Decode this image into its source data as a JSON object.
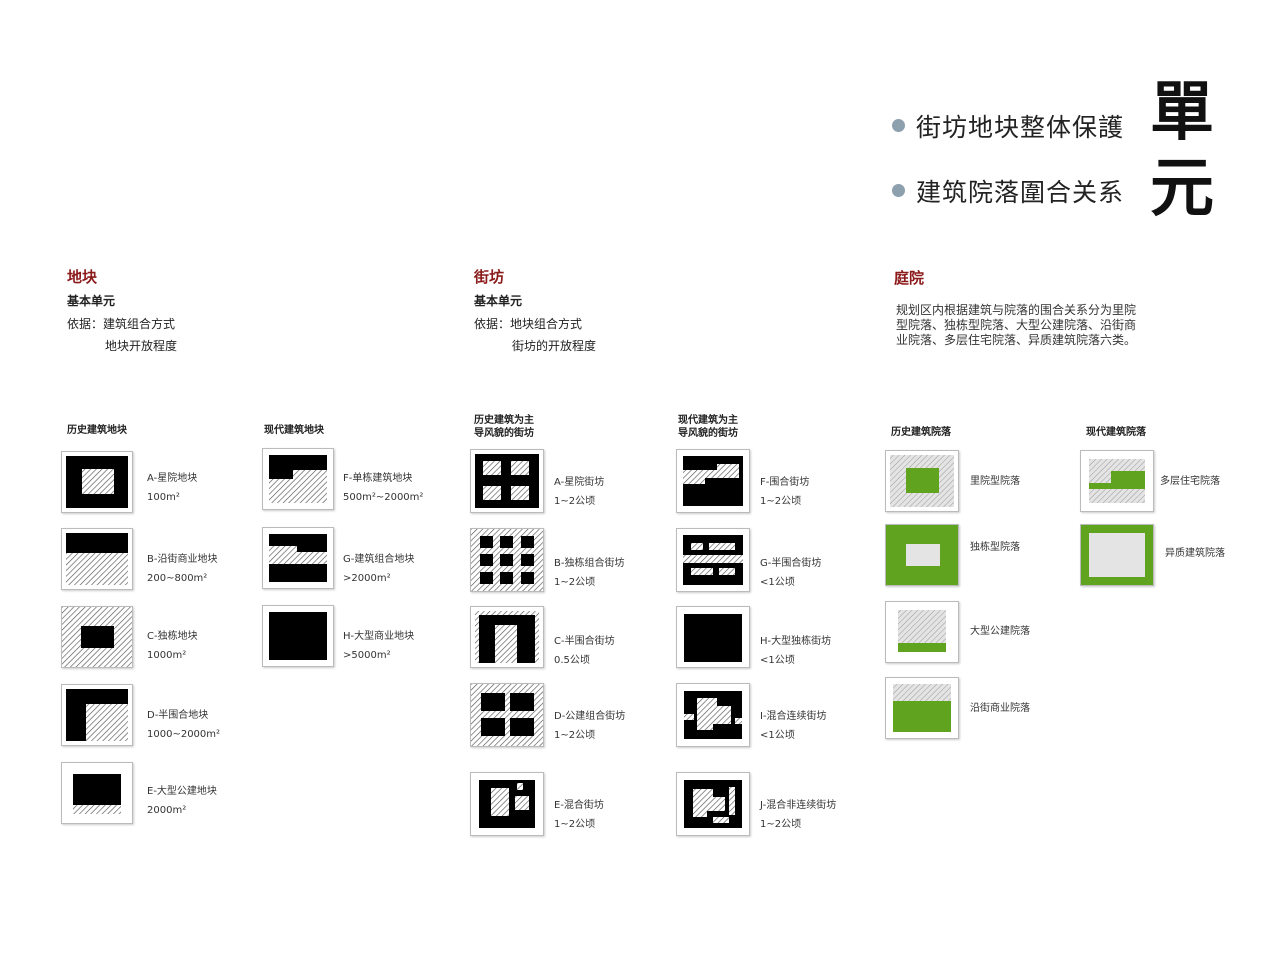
{
  "header": {
    "items": [
      "街坊地块整体保護",
      "建筑院落圍合关系"
    ],
    "big_chars": [
      "單",
      "元"
    ]
  },
  "colors": {
    "accent_red": "#8b1a1a",
    "green": "#5fa31e",
    "bullet": "#8da0ae",
    "black": "#000000"
  },
  "sections": {
    "plot": {
      "title": "地块",
      "lines": [
        "基本单元",
        "依据：建筑组合方式",
        "地块开放程度"
      ],
      "groups": [
        {
          "heading": [
            "历史建筑地块"
          ],
          "items": [
            {
              "name": "A-星院地块",
              "value": "100m²",
              "icon": "plot-a-icon"
            },
            {
              "name": "B-沿街商业地块",
              "value": "200~800m²",
              "icon": "plot-b-icon"
            },
            {
              "name": "C-独栋地块",
              "value": "1000m²",
              "icon": "plot-c-icon"
            },
            {
              "name": "D-半围合地块",
              "value": "1000~2000m²",
              "icon": "plot-d-icon"
            },
            {
              "name": "E-大型公建地块",
              "value": "2000m²",
              "icon": "plot-e-icon"
            }
          ]
        },
        {
          "heading": [
            "现代建筑地块"
          ],
          "items": [
            {
              "name": "F-单栋建筑地块",
              "value": "500m²~2000m²",
              "icon": "plot-f-icon"
            },
            {
              "name": "G-建筑组合地块",
              "value": ">2000m²",
              "icon": "plot-g-icon"
            },
            {
              "name": "H-大型商业地块",
              "value": ">5000m²",
              "icon": "plot-h-icon"
            }
          ]
        }
      ]
    },
    "block": {
      "title": "街坊",
      "lines": [
        "基本单元",
        "依据：地块组合方式",
        "街坊的开放程度"
      ],
      "groups": [
        {
          "heading": [
            "历史建筑为主",
            "导风貌的街坊"
          ],
          "items": [
            {
              "name": "A-星院街坊",
              "value": "1~2公顷",
              "icon": "block-a-icon"
            },
            {
              "name": "B-独栋组合街坊",
              "value": "1~2公顷",
              "icon": "block-b-icon"
            },
            {
              "name": "C-半围合街坊",
              "value": "0.5公顷",
              "icon": "block-c-icon"
            },
            {
              "name": "D-公建组合街坊",
              "value": "1~2公顷",
              "icon": "block-d-icon"
            },
            {
              "name": "E-混合街坊",
              "value": "1~2公顷",
              "icon": "block-e-icon"
            }
          ]
        },
        {
          "heading": [
            "现代建筑为主",
            "导风貌的街坊"
          ],
          "items": [
            {
              "name": "F-围合街坊",
              "value": "1~2公顷",
              "icon": "block-f-icon"
            },
            {
              "name": "G-半围合街坊",
              "value": "<1公顷",
              "icon": "block-g-icon"
            },
            {
              "name": "H-大型独栋街坊",
              "value": "<1公顷",
              "icon": "block-h-icon"
            },
            {
              "name": "I-混合连续街坊",
              "value": "<1公顷",
              "icon": "block-i-icon"
            },
            {
              "name": "J-混合非连续街坊",
              "value": "1~2公顷",
              "icon": "block-j-icon"
            }
          ]
        }
      ]
    },
    "courtyard": {
      "title": "庭院",
      "description": "规划区内根据建筑与院落的围合关系分为里院型院落、独栋型院落、大型公建院落、沿街商业院落、多层住宅院落、异质建筑院落六类。",
      "groups": [
        {
          "heading": [
            "历史建筑院落"
          ],
          "items": [
            {
              "name": "里院型院落",
              "icon": "court-liyuan-icon"
            },
            {
              "name": "独栋型院落",
              "icon": "court-dudong-icon"
            },
            {
              "name": "大型公建院落",
              "icon": "court-gongjian-icon"
            },
            {
              "name": "沿街商业院落",
              "icon": "court-shangye-icon"
            }
          ]
        },
        {
          "heading": [
            "现代建筑院落"
          ],
          "items": [
            {
              "name": "多层住宅院落",
              "icon": "court-zhuzhai-icon"
            },
            {
              "name": "异质建筑院落",
              "icon": "court-yizhi-icon"
            }
          ]
        }
      ]
    }
  }
}
